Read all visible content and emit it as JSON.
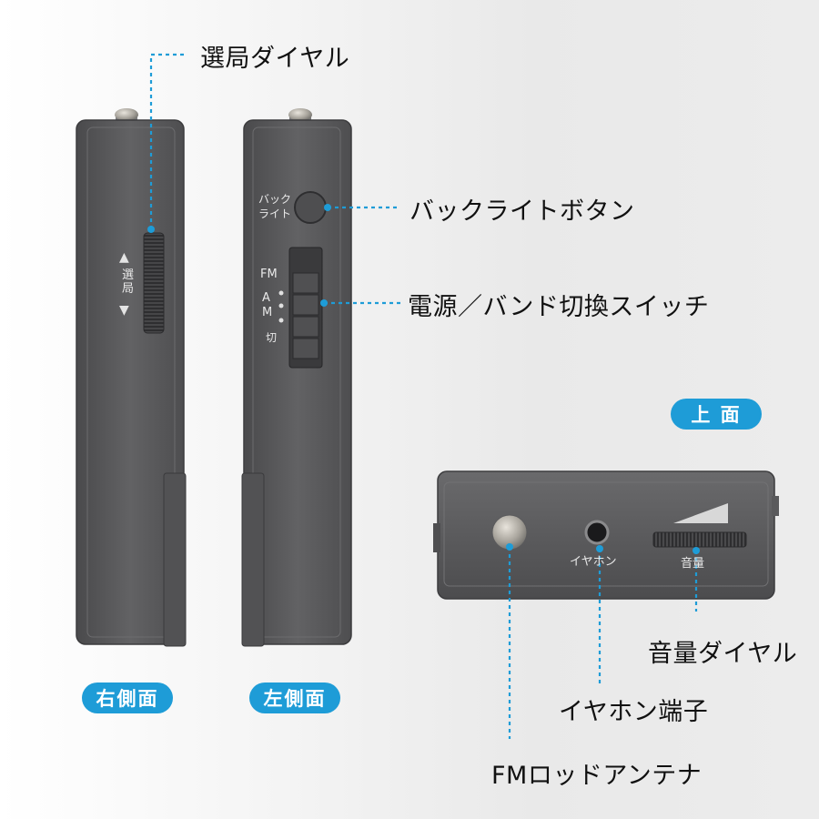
{
  "callouts": {
    "tuning_dial": "選局ダイヤル",
    "backlight_button": "バックライトボタン",
    "power_band_switch": "電源／バンド切換スイッチ",
    "volume_dial": "音量ダイヤル",
    "earphone_jack": "イヤホン端子",
    "fm_antenna": "FMロッドアンテナ"
  },
  "view_badges": {
    "right_side": "右側面",
    "left_side": "左側面",
    "top": "上 面"
  },
  "device_markings": {
    "tuning": "選局",
    "tuning_up_arrow": "▲",
    "tuning_down_arrow": "▼",
    "backlight_line1": "バック",
    "backlight_line2": "ライト",
    "band_fm": "FM",
    "band_am_a": "A",
    "band_am_m": "M",
    "band_off": "切",
    "earphone": "イヤホン",
    "volume": "音量"
  },
  "colors": {
    "accent": "#1e9cd7",
    "device_body": "#5a5a5c",
    "background": "#f2f2f2"
  }
}
